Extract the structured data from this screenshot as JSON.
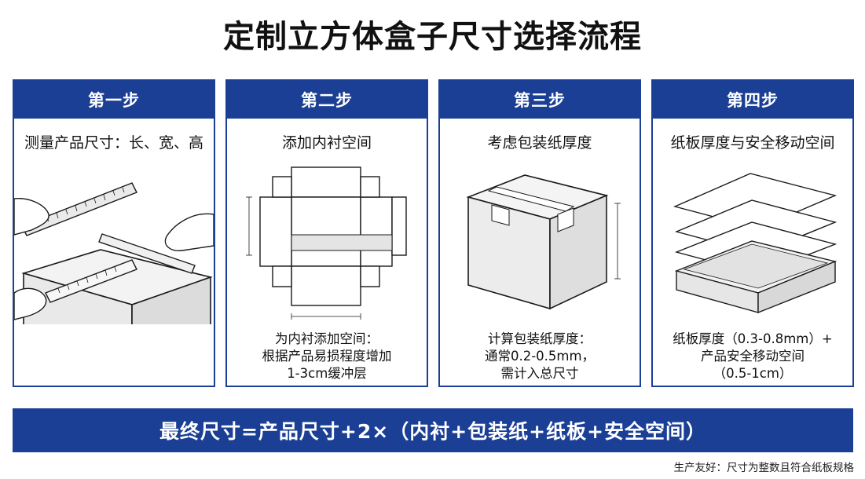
{
  "title": "定制立方体盒子尺寸选择流程",
  "steps": [
    {
      "label": "第一步",
      "subtitle": "测量产品尺寸：长、宽、高",
      "notes": []
    },
    {
      "label": "第二步",
      "subtitle": "添加内衬空间",
      "notes": [
        "为内衬添加空间：",
        "根据产品易损程度增加",
        "1-3cm缓冲层"
      ]
    },
    {
      "label": "第三步",
      "subtitle": "考虑包装纸厚度",
      "notes": [
        "计算包装纸厚度：",
        "通常0.2-0.5mm，",
        "需计入总尺寸"
      ]
    },
    {
      "label": "第四步",
      "subtitle": "纸板厚度与安全移动空间",
      "notes": [
        "纸板厚度（0.3-0.8mm）+",
        "产品安全移动空间",
        "（0.5-1cm）"
      ]
    }
  ],
  "formula": "最终尺寸=产品尺寸+2×（内衬+包装纸+纸板+安全空间）",
  "footer": "生产友好：尺寸为整数且符合纸板规格",
  "colors": {
    "primary": "#1b3f95"
  }
}
